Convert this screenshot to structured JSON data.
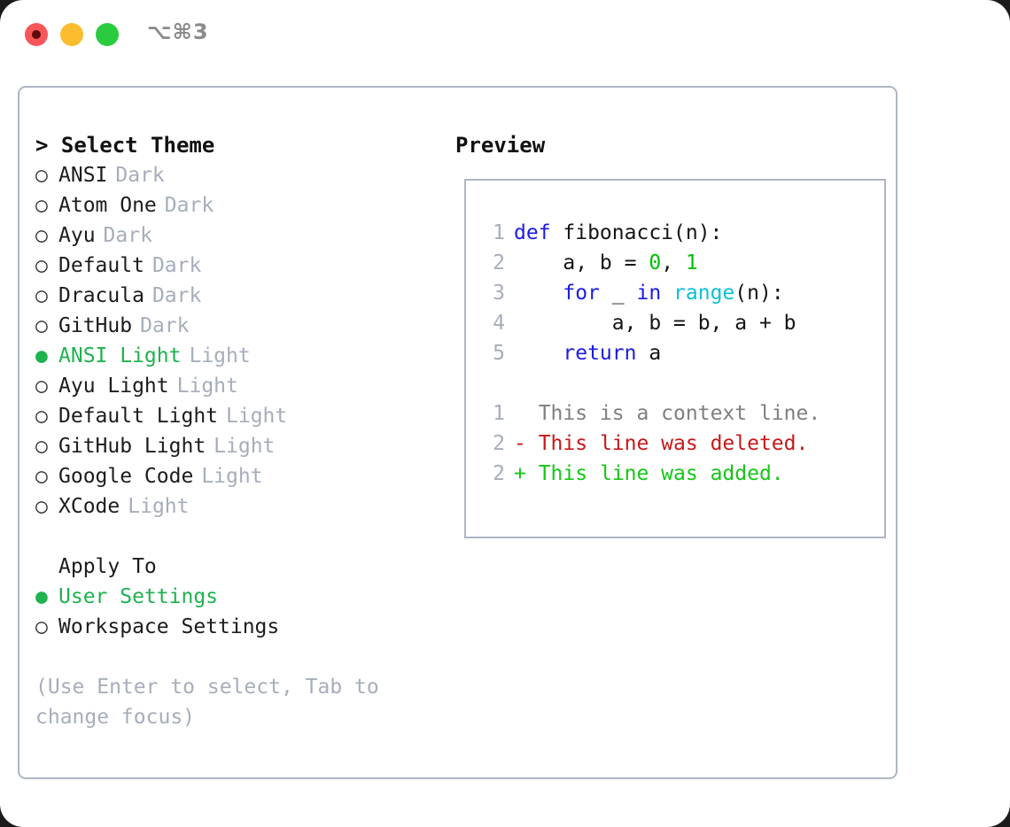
{
  "window": {
    "shortcut": "⌥⌘3",
    "traffic_lights": [
      {
        "name": "close",
        "color": "#f9565a"
      },
      {
        "name": "minimize",
        "color": "#fcbc2e"
      },
      {
        "name": "zoom",
        "color": "#2bcb3f"
      }
    ]
  },
  "theme_picker": {
    "title": "> Select Theme",
    "marker_selected": "●",
    "marker_unselected": "○",
    "items": [
      {
        "label": "ANSI",
        "kind": "Dark",
        "selected": false
      },
      {
        "label": "Atom One",
        "kind": "Dark",
        "selected": false
      },
      {
        "label": "Ayu",
        "kind": "Dark",
        "selected": false
      },
      {
        "label": "Default",
        "kind": "Dark",
        "selected": false
      },
      {
        "label": "Dracula",
        "kind": "Dark",
        "selected": false
      },
      {
        "label": "GitHub",
        "kind": "Dark",
        "selected": false
      },
      {
        "label": "ANSI Light",
        "kind": "Light",
        "selected": true
      },
      {
        "label": "Ayu Light",
        "kind": "Light",
        "selected": false
      },
      {
        "label": "Default Light",
        "kind": "Light",
        "selected": false
      },
      {
        "label": "GitHub Light",
        "kind": "Light",
        "selected": false
      },
      {
        "label": "Google Code",
        "kind": "Light",
        "selected": false
      },
      {
        "label": "XCode",
        "kind": "Light",
        "selected": false
      }
    ]
  },
  "apply_to": {
    "title": "Apply To",
    "items": [
      {
        "label": "User Settings",
        "selected": true
      },
      {
        "label": "Workspace Settings",
        "selected": false
      }
    ]
  },
  "hint": "(Use Enter to select, Tab to change focus)",
  "preview": {
    "title": "Preview",
    "code_lines": [
      {
        "number": "1",
        "tokens": [
          {
            "text": "def",
            "type": "kw"
          },
          {
            "text": " fibonacci(n):",
            "type": "txt"
          }
        ]
      },
      {
        "number": "2",
        "tokens": [
          {
            "text": "    a, b = ",
            "type": "txt"
          },
          {
            "text": "0",
            "type": "num"
          },
          {
            "text": ", ",
            "type": "txt"
          },
          {
            "text": "1",
            "type": "num"
          }
        ]
      },
      {
        "number": "3",
        "tokens": [
          {
            "text": "    ",
            "type": "txt"
          },
          {
            "text": "for",
            "type": "kw"
          },
          {
            "text": " _ ",
            "type": "txt"
          },
          {
            "text": "in",
            "type": "kw"
          },
          {
            "text": " ",
            "type": "txt"
          },
          {
            "text": "range",
            "type": "fn"
          },
          {
            "text": "(n):",
            "type": "txt"
          }
        ]
      },
      {
        "number": "4",
        "tokens": [
          {
            "text": "        a, b = b, a + b",
            "type": "txt"
          }
        ]
      },
      {
        "number": "5",
        "tokens": [
          {
            "text": "    ",
            "type": "txt"
          },
          {
            "text": "return",
            "type": "kw"
          },
          {
            "text": " a",
            "type": "txt"
          }
        ]
      }
    ],
    "diff_lines": [
      {
        "number": "1",
        "marker": " ",
        "text": " This is a context line.",
        "type": "ctx"
      },
      {
        "number": "2",
        "marker": "-",
        "text": " This line was deleted.",
        "type": "del"
      },
      {
        "number": "2",
        "marker": "+",
        "text": " This line was added.",
        "type": "add"
      }
    ]
  },
  "colors": {
    "accent_green": "#1fb24f",
    "panel_border": "#aeb6c3",
    "muted": "#a6aebb",
    "keyword_blue": "#1a1ae8",
    "function_cyan": "#0dbfd9",
    "number_green": "#00c000",
    "diff_deleted": "#c81818",
    "diff_added": "#16c616"
  }
}
